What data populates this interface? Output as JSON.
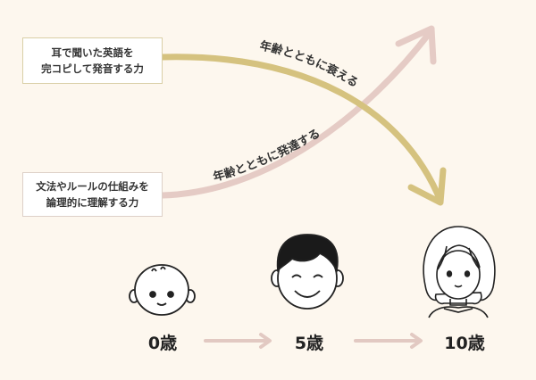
{
  "boxes": {
    "top_line1": "耳で聞いた英語を",
    "top_line2": "完コピして発音する力",
    "bottom_line1": "文法やルールの仕組みを",
    "bottom_line2": "論理的に理解する力"
  },
  "curves": {
    "decline_label": "年齢とともに衰える",
    "develop_label": "年齢とともに発達する"
  },
  "ages": {
    "age0": "0歳",
    "age5": "5歳",
    "age10": "10歳"
  },
  "colors": {
    "background": "#fdf7ee",
    "decline_curve": "#d5c27f",
    "develop_curve": "#e5cbc5",
    "timeline_arrow": "#e2c9c2"
  },
  "icons": [
    "baby-face-icon",
    "boy-face-icon",
    "girl-face-icon"
  ]
}
